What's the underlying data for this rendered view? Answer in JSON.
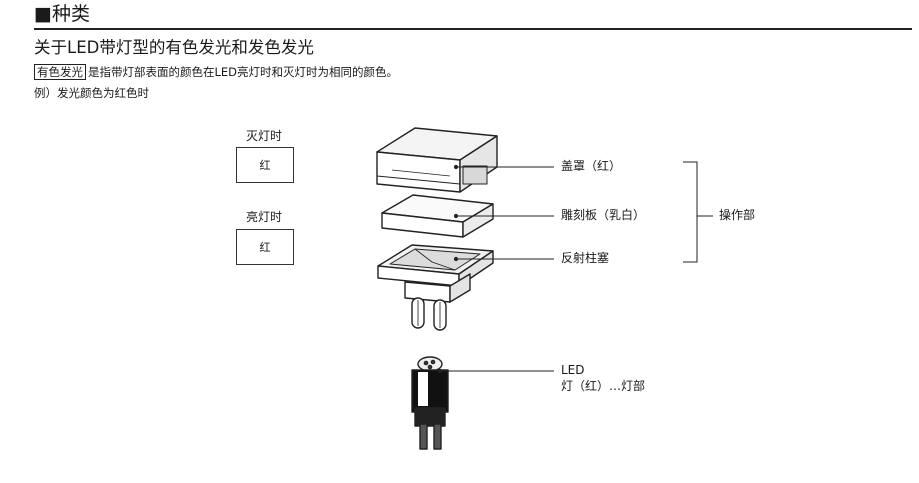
{
  "section": {
    "title": "■种类"
  },
  "subsection": {
    "title": "关于LED带灯型的有色发光和发色发光"
  },
  "description": {
    "boxed_term": "有色发光",
    "text": "是指带灯部表面的颜色在LED亮灯时和灭灯时为相同的颜色。"
  },
  "example": {
    "text": "例）发光颜色为红色时"
  },
  "states": [
    {
      "label": "灭灯时",
      "box_text": "红"
    },
    {
      "label": "亮灯时",
      "box_text": "红"
    }
  ],
  "callouts": {
    "cover": "盖罩（红）",
    "engraved_plate": "雕刻板（乳白）",
    "reflector": "反射柱塞",
    "operating_part": "操作部",
    "led_line1": "LED",
    "led_line2": "灯（红）…灯部"
  }
}
